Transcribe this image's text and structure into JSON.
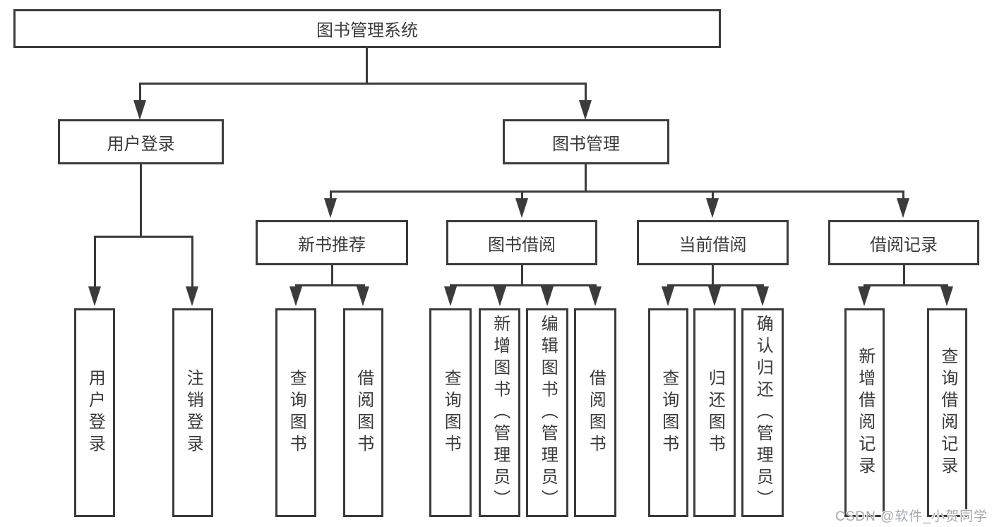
{
  "tree": {
    "label": "图书管理系统",
    "children": [
      {
        "label": "用户登录",
        "children": [
          {
            "label": "用户登录"
          },
          {
            "label": "注销登录"
          }
        ]
      },
      {
        "label": "图书管理",
        "children": [
          {
            "label": "新书推荐",
            "children": [
              {
                "label": "查询图书"
              },
              {
                "label": "借阅图书"
              }
            ]
          },
          {
            "label": "图书借阅",
            "children": [
              {
                "label": "查询图书"
              },
              {
                "label": "新增图书（管理员）"
              },
              {
                "label": "编辑图书（管理员）"
              },
              {
                "label": "借阅图书"
              }
            ]
          },
          {
            "label": "当前借阅",
            "children": [
              {
                "label": "查询图书"
              },
              {
                "label": "归还图书"
              },
              {
                "label": "确认归还（管理员）"
              }
            ]
          },
          {
            "label": "借阅记录",
            "children": [
              {
                "label": "新增借阅记录"
              },
              {
                "label": "查询借阅记录"
              }
            ]
          }
        ]
      }
    ]
  },
  "watermark": {
    "text": "CSDN @软件_小贺同学"
  },
  "colors": {
    "background": "#ffffff",
    "line": "#3b3b3b",
    "text": "#3a3a3a",
    "watermark": "#a4aab2"
  }
}
